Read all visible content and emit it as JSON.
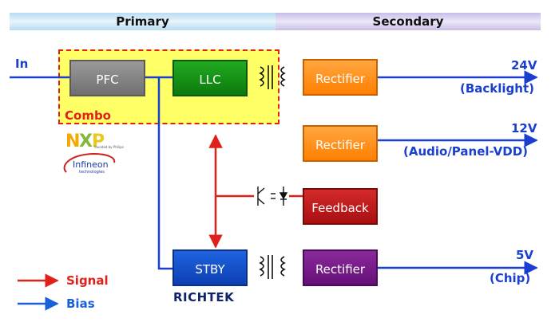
{
  "headers": {
    "primary": "Primary",
    "secondary": "Secondary"
  },
  "combo": {
    "label": "Combo"
  },
  "blocks": {
    "pfc": "PFC",
    "llc": "LLC",
    "stby": "STBY",
    "rectifier_24v": "Rectifier",
    "rectifier_12v": "Rectifier",
    "feedback": "Feedback",
    "rectifier_5v": "Rectifier"
  },
  "io": {
    "input": "In",
    "out_24v": "24V",
    "out_24v_load": "(Backlight)",
    "out_12v": "12V",
    "out_12v_load": "(Audio/Panel-VDD)",
    "out_5v": "5V",
    "out_5v_load": "(Chip)"
  },
  "legend": {
    "signal": "Signal",
    "bias": "Bias"
  },
  "logos": {
    "nxp": "NXP",
    "nxp_sub": "founded by Philips",
    "infineon": "Infineon",
    "infineon_sub": "technologies",
    "richtek": "RICHTEK"
  },
  "colors": {
    "bias": "#1a3fd0",
    "signal": "#e0201a",
    "combo_fill": "#ffff66",
    "pfc": "#7a7a7a",
    "llc": "#129012",
    "stby": "#1450d0",
    "rectifier": "#ff8c1a",
    "feedback": "#b81818",
    "rectifier_5v": "#751a88"
  }
}
